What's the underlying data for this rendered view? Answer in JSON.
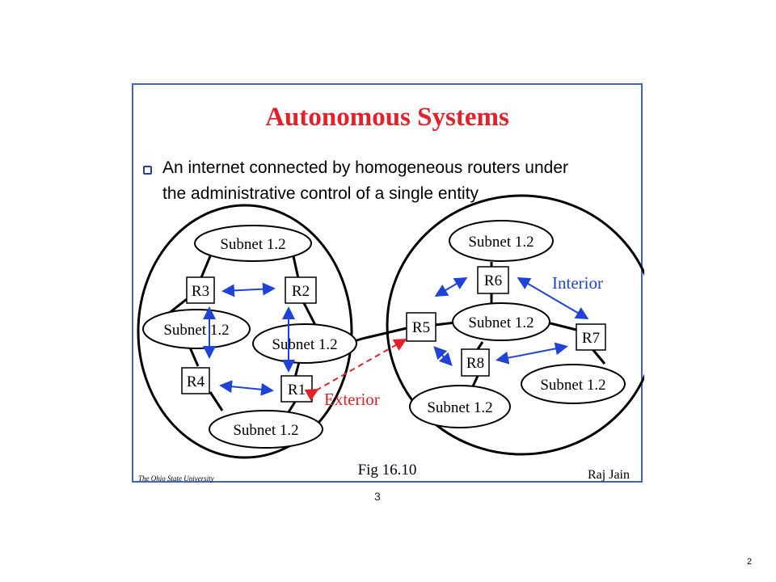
{
  "slide": {
    "title": "Autonomous Systems",
    "bullet_line_1": "An internet connected by homogeneous routers under",
    "bullet_line_2": "the administrative control of a single entity",
    "footer_left": "The Ohio State University",
    "footer_center": "Fig 16.10",
    "footer_right": "Raj Jain"
  },
  "diagram": {
    "left_system": {
      "routers": [
        "R3",
        "R2",
        "R4",
        "R1"
      ],
      "subnets": [
        "Subnet 1.2",
        "Subnet 1.2",
        "Subnet 1.2",
        "Subnet 1.2"
      ]
    },
    "right_system": {
      "routers": [
        "R6",
        "R5",
        "R7",
        "R8"
      ],
      "subnets": [
        "Subnet 1.2",
        "Subnet 1.2",
        "Subnet 1.2",
        "Subnet 1.2"
      ]
    },
    "interior_label": "Interior",
    "exterior_label": "Exterior",
    "colors": {
      "interior": "#1f43d6",
      "exterior": "#e4202a",
      "frame": "#3e63c7"
    }
  },
  "below_slide_number": "3",
  "page_number": "2"
}
